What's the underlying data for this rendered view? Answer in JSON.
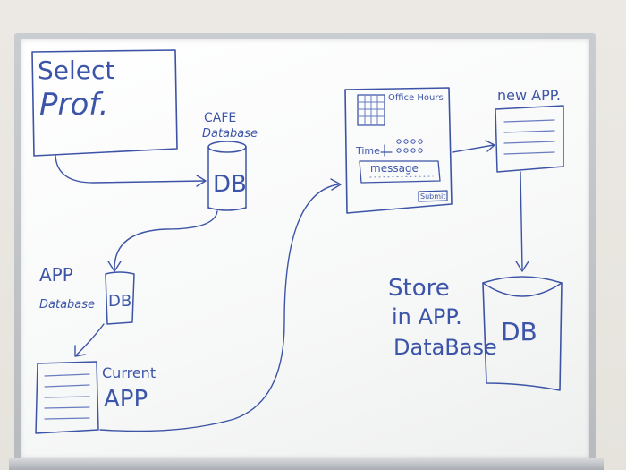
{
  "select_box": {
    "line1": "Select",
    "line2": "Prof."
  },
  "cafe_db": {
    "label1": "CAFE",
    "label2": "Database",
    "db": "DB"
  },
  "app_db": {
    "label1": "APP",
    "label2": "Database",
    "db": "DB"
  },
  "current_app": {
    "label1": "Current",
    "label2": "APP"
  },
  "form": {
    "title": "Office Hours",
    "time_label": "Time",
    "message_label": "message",
    "submit_label": "Submit"
  },
  "new_app": {
    "label": "new APP."
  },
  "store": {
    "line1": "Store",
    "line2": "in APP.",
    "line3": "DataBase",
    "db": "DB"
  }
}
